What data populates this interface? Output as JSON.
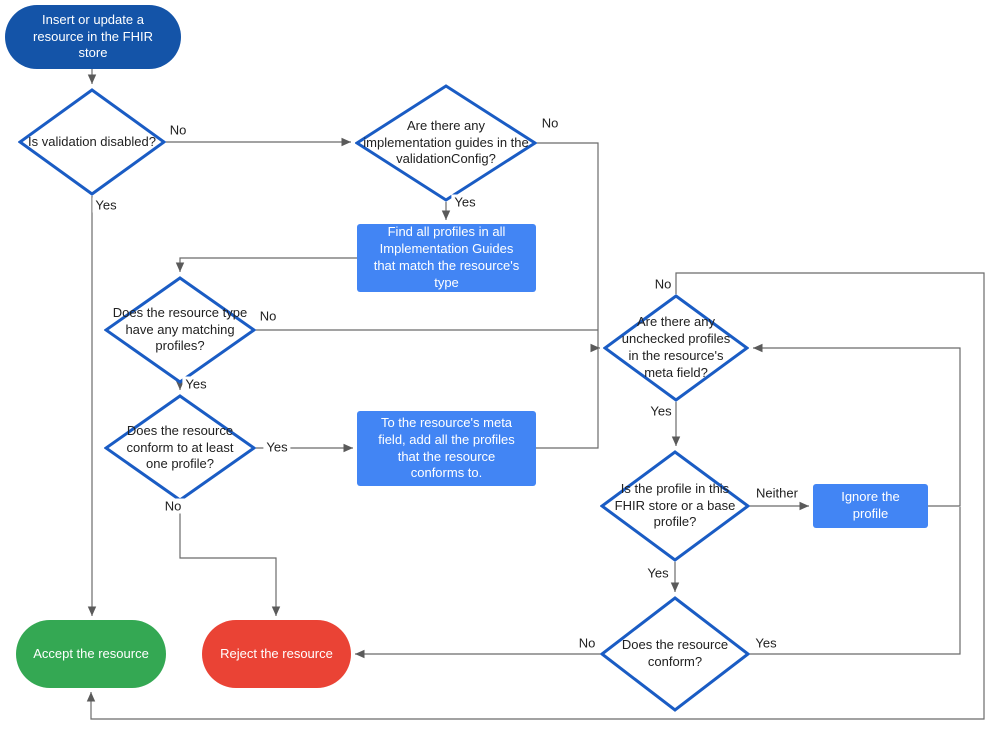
{
  "nodes": {
    "start": "Insert or update a resource in the FHIR store",
    "is_validation_disabled": "Is validation disabled?",
    "impl_guides": "Are there any implementation guides in the validationConfig?",
    "find_profiles": "Find all profiles in all Implementation Guides that match the resource's type",
    "matching_profiles": "Does the resource type have any matching profiles?",
    "conform_one": "Does the resource conform to at least one profile?",
    "add_profiles": "To the resource's meta field, add all the profiles that the resource conforms to.",
    "unchecked_profiles": "Are there any unchecked profiles in the resource's meta field?",
    "profile_in_store": "Is the profile in this FHIR store or a base profile?",
    "ignore_profile": "Ignore the profile",
    "resource_conform": "Does the resource conform?",
    "accept": "Accept the resource",
    "reject": "Reject the resource"
  },
  "edge_labels": {
    "validation_no": "No",
    "validation_yes": "Yes",
    "guides_no": "No",
    "guides_yes": "Yes",
    "matching_no": "No",
    "matching_yes": "Yes",
    "conform_one_yes": "Yes",
    "conform_one_no": "No",
    "unchecked_no": "No",
    "unchecked_yes": "Yes",
    "profile_neither": "Neither",
    "profile_yes": "Yes",
    "conform_no": "No",
    "conform_yes": "Yes"
  },
  "colors": {
    "start_node": "#1454a8",
    "process_node": "#4285f4",
    "accept_node": "#34a853",
    "reject_node": "#ea4335",
    "decision_border": "#1a5cc4",
    "connector": "#6b6b6b"
  }
}
